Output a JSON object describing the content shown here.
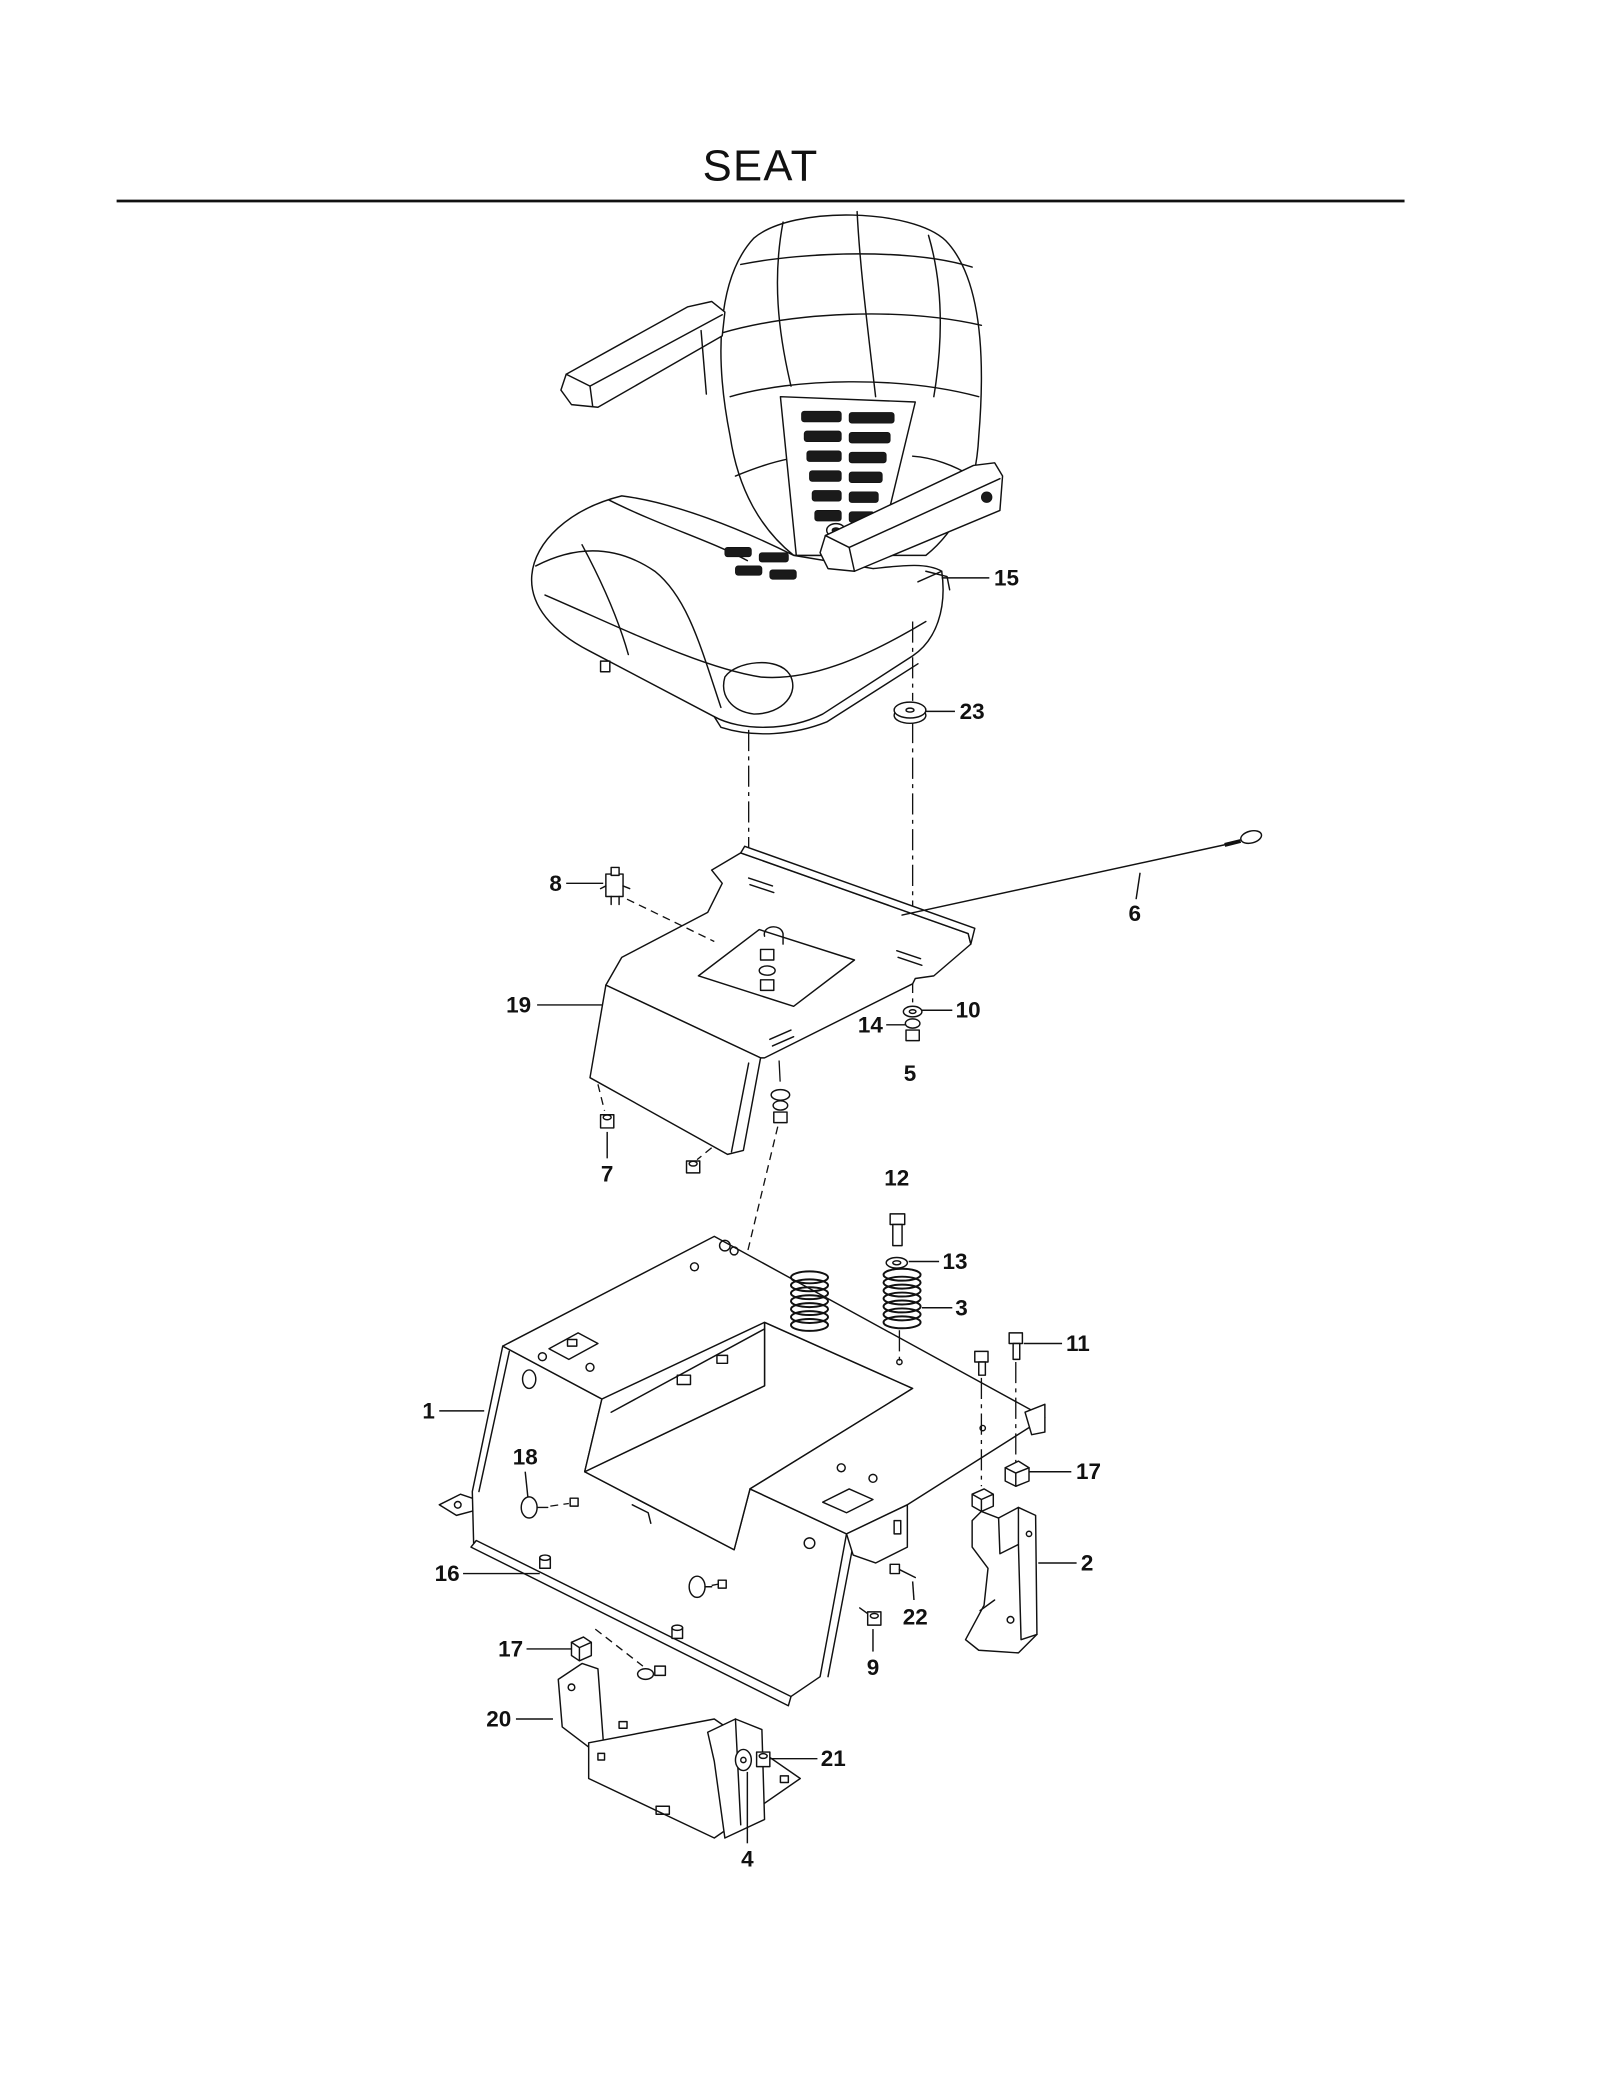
{
  "title": "SEAT",
  "callouts": [
    "15",
    "23",
    "8",
    "6",
    "19",
    "14",
    "10",
    "5",
    "7",
    "12",
    "13",
    "3",
    "11",
    "1",
    "18",
    "17",
    "16",
    "2",
    "22",
    "9",
    "17",
    "20",
    "21",
    "4"
  ]
}
